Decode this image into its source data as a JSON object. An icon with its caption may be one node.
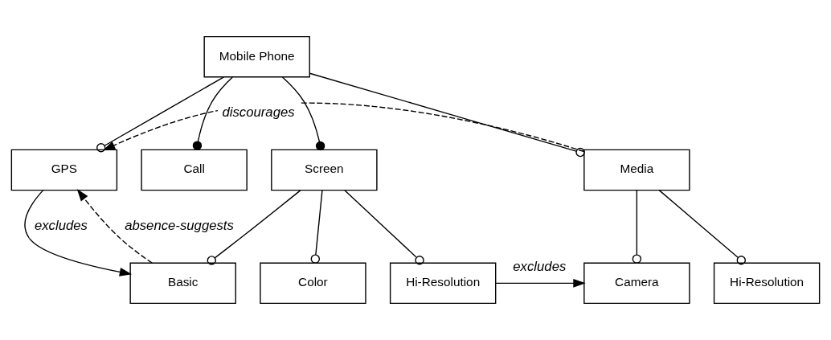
{
  "diagram": {
    "nodes": [
      {
        "text": [
          "Mobile Phone"
        ]
      },
      {
        "text": [
          "GPS"
        ]
      },
      {
        "text": [
          "Call"
        ]
      },
      {
        "text": [
          "Screen"
        ]
      },
      {
        "text": [
          "Media"
        ]
      },
      {
        "text": [
          "Basic"
        ]
      },
      {
        "text": [
          "Color"
        ]
      },
      {
        "text": [
          "Hi-Resolution"
        ]
      },
      {
        "text": [
          "Camera"
        ]
      },
      {
        "text": [
          "Hi-Resolution"
        ]
      }
    ],
    "edges": [
      {
        "from": 0,
        "to": 1,
        "arrow": "other"
      },
      {
        "from": 0,
        "to": 2,
        "arrow": "other"
      },
      {
        "from": 0,
        "to": 3,
        "arrow": "other"
      },
      {
        "from": 0,
        "to": 4,
        "arrow": "other"
      },
      {
        "from": 3,
        "to": 5,
        "arrow": "other"
      },
      {
        "from": 3,
        "to": 6,
        "arrow": "other"
      },
      {
        "from": 3,
        "to": 7,
        "arrow": "other"
      },
      {
        "from": 4,
        "to": 8,
        "arrow": "other"
      },
      {
        "from": 4,
        "to": 9,
        "arrow": "other"
      },
      {
        "from": 5,
        "to": 1,
        "arrow": "to",
        "label": "absence-suggests",
        "style": "dashed"
      },
      {
        "from": 1,
        "to": 5,
        "arrow": "to",
        "label": "excludes"
      },
      {
        "from": 7,
        "to": 8,
        "arrow": "to",
        "label": "excludes"
      },
      {
        "from": 4,
        "to": 1,
        "arrow": "to",
        "label": "discourages",
        "style": "dashed"
      }
    ]
  }
}
